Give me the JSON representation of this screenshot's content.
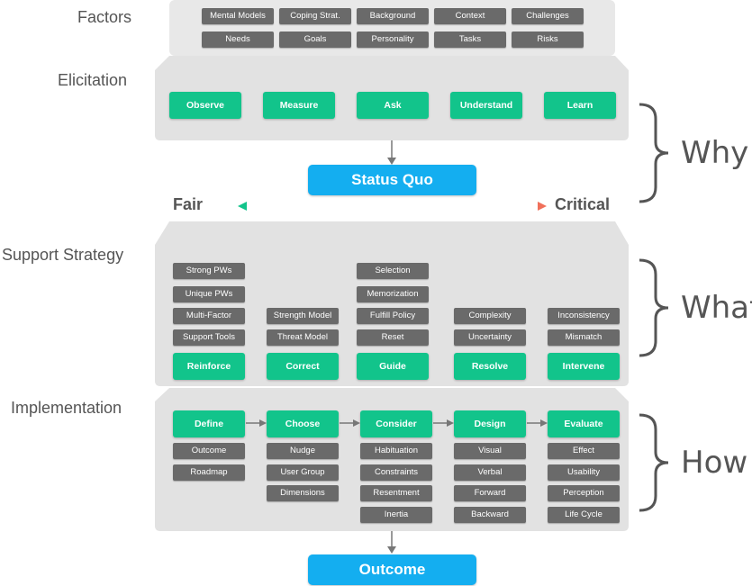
{
  "sections": {
    "factors": "Factors",
    "elicitation": "Elicitation",
    "support": "Support Strategy",
    "implementation": "Implementation"
  },
  "factors": {
    "row1": [
      "Mental Models",
      "Coping Strat.",
      "Background",
      "Context",
      "Challenges"
    ],
    "row2": [
      "Needs",
      "Goals",
      "Personality",
      "Tasks",
      "Risks"
    ]
  },
  "elicitation": [
    "Observe",
    "Measure",
    "Ask",
    "Understand",
    "Learn"
  ],
  "status_quo": "Status Quo",
  "scale": {
    "left": "Fair",
    "right": "Critical"
  },
  "support": {
    "columns": [
      {
        "chips": [
          "Strong PWs",
          "Unique PWs",
          "Multi-Factor",
          "Support Tools"
        ],
        "action": "Reinforce"
      },
      {
        "chips": [
          "Strength Model",
          "Threat Model"
        ],
        "action": "Correct"
      },
      {
        "chips": [
          "Selection",
          "Memorization",
          "Fulfill Policy",
          "Reset"
        ],
        "action": "Guide"
      },
      {
        "chips": [
          "Complexity",
          "Uncertainty"
        ],
        "action": "Resolve"
      },
      {
        "chips": [
          "Inconsistency",
          "Mismatch"
        ],
        "action": "Intervene"
      }
    ]
  },
  "implementation": {
    "steps": [
      {
        "label": "Define",
        "items": [
          "Outcome",
          "Roadmap"
        ]
      },
      {
        "label": "Choose",
        "items": [
          "Nudge",
          "User Group",
          "Dimensions"
        ]
      },
      {
        "label": "Consider",
        "items": [
          "Habituation",
          "Constraints",
          "Resentment",
          "Inertia"
        ]
      },
      {
        "label": "Design",
        "items": [
          "Visual",
          "Verbal",
          "Forward",
          "Backward"
        ]
      },
      {
        "label": "Evaluate",
        "items": [
          "Effect",
          "Usability",
          "Perception",
          "Life Cycle"
        ]
      }
    ]
  },
  "outcome": "Outcome",
  "braces": {
    "why": "Why",
    "what": "What",
    "how": "How"
  },
  "colors": {
    "green": "#12c48b",
    "blue": "#14aef0",
    "chip": "#6a6a6a",
    "panel": "#e2e2e2",
    "scale_left": "#12c48b",
    "scale_right": "#f0705a"
  }
}
